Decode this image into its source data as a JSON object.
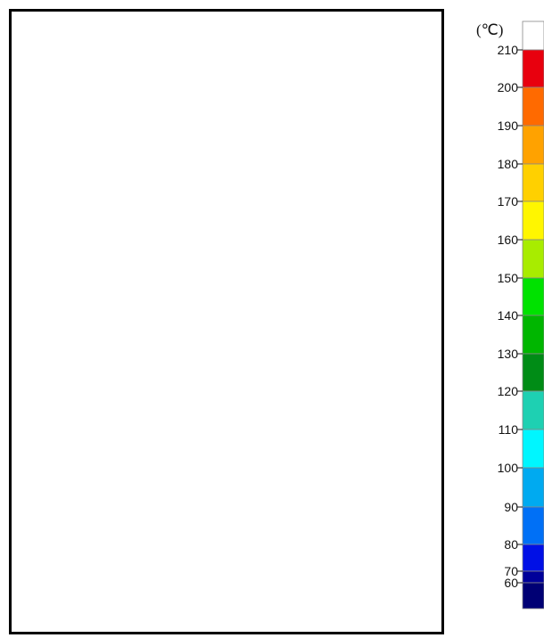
{
  "chart_data": {
    "type": "heatmap",
    "title": "",
    "plot_content": "empty",
    "colorbar": {
      "unit": "(℃)",
      "ticks": [
        210,
        200,
        190,
        180,
        170,
        160,
        150,
        140,
        130,
        120,
        110,
        100,
        90,
        80,
        70,
        60
      ],
      "bands": [
        {
          "from": 210,
          "to": 220,
          "color": "#ffffff"
        },
        {
          "from": 200,
          "to": 210,
          "color": "#e8000e"
        },
        {
          "from": 190,
          "to": 200,
          "color": "#ff6a00"
        },
        {
          "from": 180,
          "to": 190,
          "color": "#ffa200"
        },
        {
          "from": 170,
          "to": 180,
          "color": "#ffd000"
        },
        {
          "from": 160,
          "to": 170,
          "color": "#fff600"
        },
        {
          "from": 150,
          "to": 160,
          "color": "#a8ec00"
        },
        {
          "from": 140,
          "to": 150,
          "color": "#00e200"
        },
        {
          "from": 130,
          "to": 140,
          "color": "#00b600"
        },
        {
          "from": 120,
          "to": 130,
          "color": "#008c16"
        },
        {
          "from": 110,
          "to": 120,
          "color": "#1ed0b2"
        },
        {
          "from": 100,
          "to": 110,
          "color": "#00f6ff"
        },
        {
          "from": 90,
          "to": 100,
          "color": "#00aaf0"
        },
        {
          "from": 80,
          "to": 90,
          "color": "#0070f6"
        },
        {
          "from": 70,
          "to": 80,
          "color": "#0010e6"
        },
        {
          "from": 60,
          "to": 70,
          "color": "#00009a"
        },
        {
          "from": 55,
          "to": 60,
          "color": "#000074"
        }
      ]
    }
  }
}
